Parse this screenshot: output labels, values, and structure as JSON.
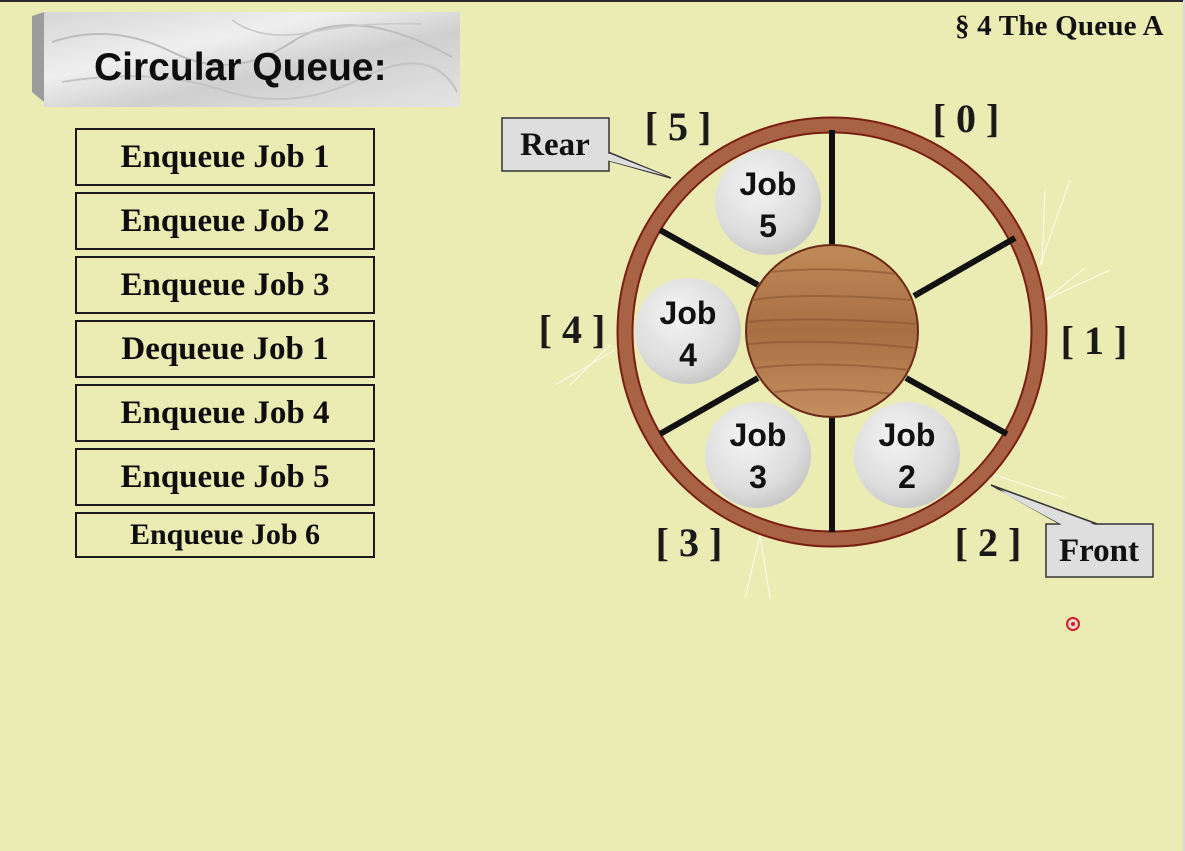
{
  "header": {
    "section_title": "§ 4  The Queue A"
  },
  "title": "Circular Queue:",
  "operations": [
    "Enqueue Job 1",
    "Enqueue Job 2",
    "Enqueue Job 3",
    "Dequeue Job 1",
    "Enqueue Job 4",
    "Enqueue Job 5",
    "Enqueue Job 6"
  ],
  "queue": {
    "indices": [
      "[ 0 ]",
      "[ 1 ]",
      "[ 2 ]",
      "[ 3 ]",
      "[ 4 ]",
      "[ 5 ]"
    ],
    "jobs": [
      {
        "slot": 2,
        "word": "Job",
        "num": "2"
      },
      {
        "slot": 3,
        "word": "Job",
        "num": "3"
      },
      {
        "slot": 4,
        "word": "Job",
        "num": "4"
      },
      {
        "slot": 5,
        "word": "Job",
        "num": "5"
      }
    ],
    "rear_label": "Rear",
    "front_label": "Front"
  },
  "colors": {
    "background": "#ebebb4",
    "ring": "#a86244",
    "ring_edge": "#7a1e14",
    "hub_wood": "#b0784c",
    "job_disc": "#e2e2e2"
  },
  "icons": {
    "cursor": "pointer-dot-icon"
  }
}
